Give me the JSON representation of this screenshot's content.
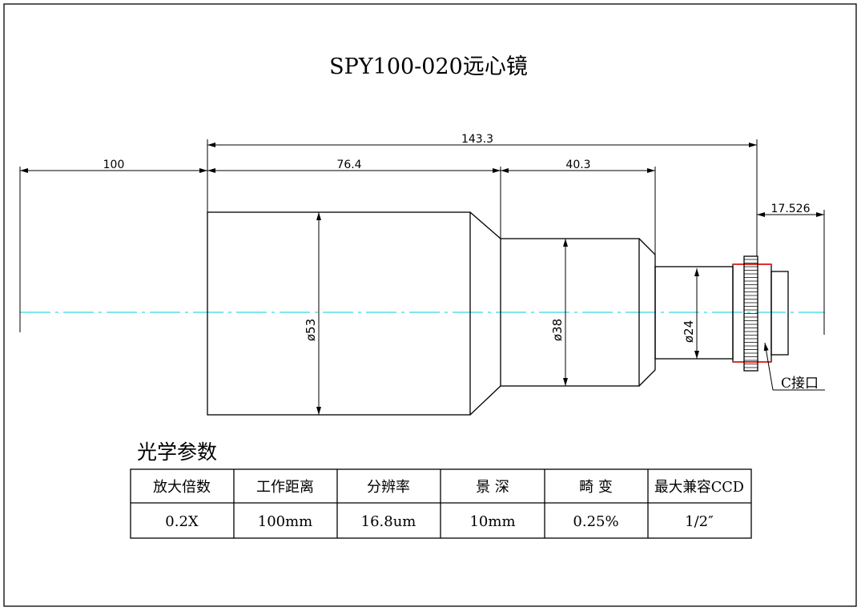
{
  "title": "SPY100-020远心镜",
  "dimensions": {
    "working_distance": "100",
    "total_length": "143.3",
    "front_section": "76.4",
    "middle_section": "40.3",
    "mount_length": "17.526",
    "diameter_front": "ø53",
    "diameter_middle": "ø38",
    "diameter_rear": "ø24"
  },
  "mount_label": "C接口",
  "table": {
    "heading": "光学参数",
    "headers": [
      "放大倍数",
      "工作距离",
      "分辨率",
      "景 深",
      "畸 变",
      "最大兼容CCD"
    ],
    "values": [
      "0.2X",
      "100mm",
      "16.8um",
      "10mm",
      "0.25%",
      "1/2″"
    ]
  },
  "colors": {
    "centerline": "#35d8e0",
    "mount_edge": "#e0302a"
  }
}
